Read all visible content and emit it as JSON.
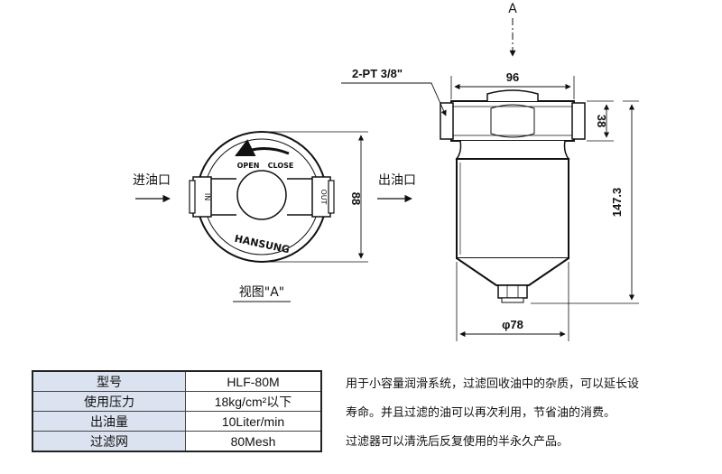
{
  "view_arrow": {
    "label": "A"
  },
  "left_view": {
    "inlet_label": "进油口",
    "outlet_label": "出油口",
    "open_label": "OPEN",
    "close_label": "CLOSE",
    "brand_label": "HANSUNG",
    "in_port_label": "IN",
    "out_port_label": "OUT",
    "height_dim": "88",
    "caption": "视图\"A\""
  },
  "front_view": {
    "port_label": "2-PT 3/8\"",
    "width_dim": "96",
    "head_dim": "38",
    "total_dim": "147.3",
    "diameter_dim": "φ78"
  },
  "spec_table": {
    "rows": [
      {
        "key": "型号",
        "value": "HLF-80M"
      },
      {
        "key": "使用压力",
        "value": "18kg/cm²以下"
      },
      {
        "key": "出油量",
        "value": "10Liter/min"
      },
      {
        "key": "过滤网",
        "value": "80Mesh"
      }
    ]
  },
  "description": {
    "lines": [
      "用于小容量润滑系统，过滤回收油中的杂质，可以延长设",
      "寿命。并且过滤的油可以再次利用，节省油的消费。",
      "过滤器可以清洗后反复使用的半永久产品。"
    ]
  }
}
